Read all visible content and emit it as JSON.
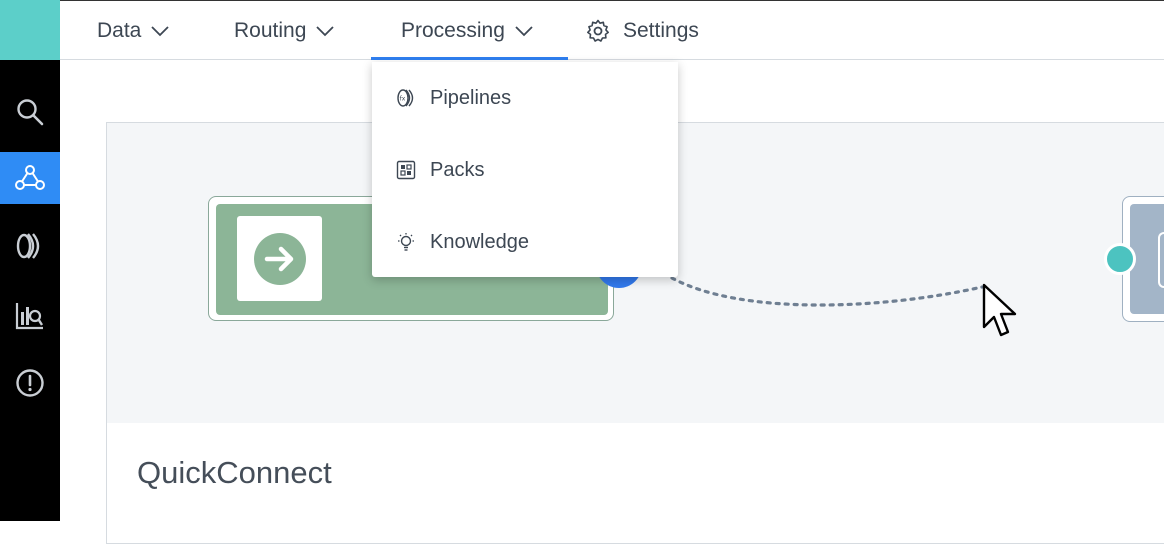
{
  "nav": {
    "items": [
      {
        "label": "Data"
      },
      {
        "label": "Routing"
      },
      {
        "label": "Processing"
      },
      {
        "label": "Settings"
      }
    ]
  },
  "sidebar": {
    "items": [
      {
        "icon": "search-icon"
      },
      {
        "icon": "routes-icon"
      },
      {
        "icon": "stream-icon"
      },
      {
        "icon": "monitoring-icon"
      },
      {
        "icon": "alert-icon"
      }
    ],
    "active_index": 1
  },
  "processing_menu": {
    "items": [
      {
        "label": "Pipelines",
        "icon": "pipelines-icon"
      },
      {
        "label": "Packs",
        "icon": "packs-icon"
      },
      {
        "label": "Knowledge",
        "icon": "lightbulb-icon"
      }
    ]
  },
  "quickconnect": {
    "title": "QuickConnect"
  },
  "colors": {
    "accent": "#2f8cf5",
    "logo": "#5ccfc9",
    "source_node": "#8cb597",
    "destination_node": "#a3b5c8",
    "teal_port": "#4cc3c0"
  }
}
